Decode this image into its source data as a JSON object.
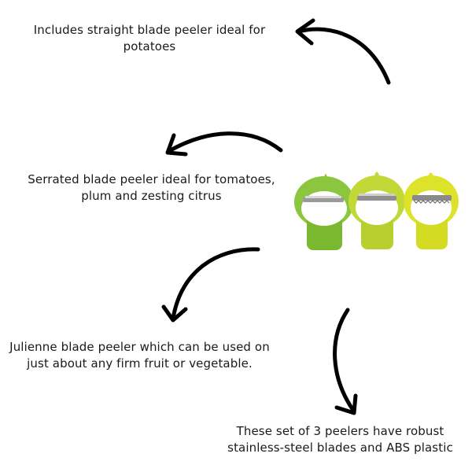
{
  "captions": {
    "straight": "Includes straight blade peeler ideal for potatoes",
    "serrated": "Serrated blade peeler ideal for tomatoes, plum and zesting citrus",
    "julienne": "Julienne blade peeler which can be used on just about any firm fruit or vegetable.",
    "set": "These set of 3 peelers have robust stainless-steel blades and ABS plastic"
  },
  "peelers": [
    {
      "name": "straight-blade-peeler",
      "color": "#8cc63f",
      "blade": "straight"
    },
    {
      "name": "julienne-blade-peeler",
      "color": "#c2d836",
      "blade": "julienne"
    },
    {
      "name": "serrated-blade-peeler",
      "color": "#dde32b",
      "blade": "serrated"
    }
  ],
  "icons": [
    "curved-arrow-icon"
  ]
}
